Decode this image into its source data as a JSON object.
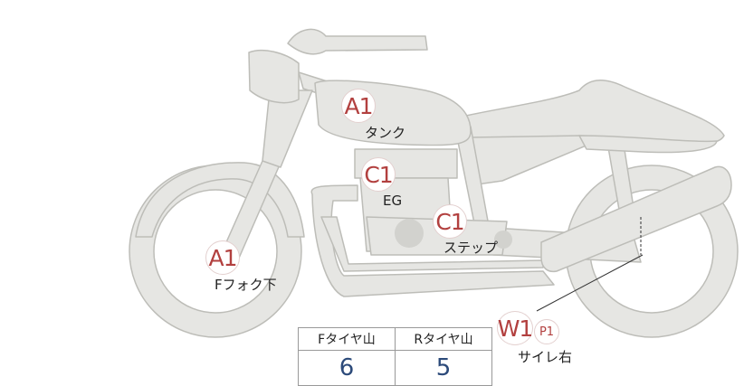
{
  "colors": {
    "body_fill": "#e6e6e3",
    "body_stroke": "#bdbdb8",
    "badge_text": "#b2403f",
    "badge_border": "#e3d0cf",
    "value_text": "#2c4a7a"
  },
  "markers": [
    {
      "code": "A1",
      "label": "タンク"
    },
    {
      "code": "C1",
      "label": "EG"
    },
    {
      "code": "C1",
      "label": "ステップ"
    },
    {
      "code": "A1",
      "label": "Fフォク下"
    },
    {
      "code": "W1",
      "sub": "P1",
      "label": "サイレ右"
    }
  ],
  "tire_table": {
    "headers": [
      "Fタイヤ山",
      "Rタイヤ山"
    ],
    "values": [
      "6",
      "5"
    ]
  }
}
